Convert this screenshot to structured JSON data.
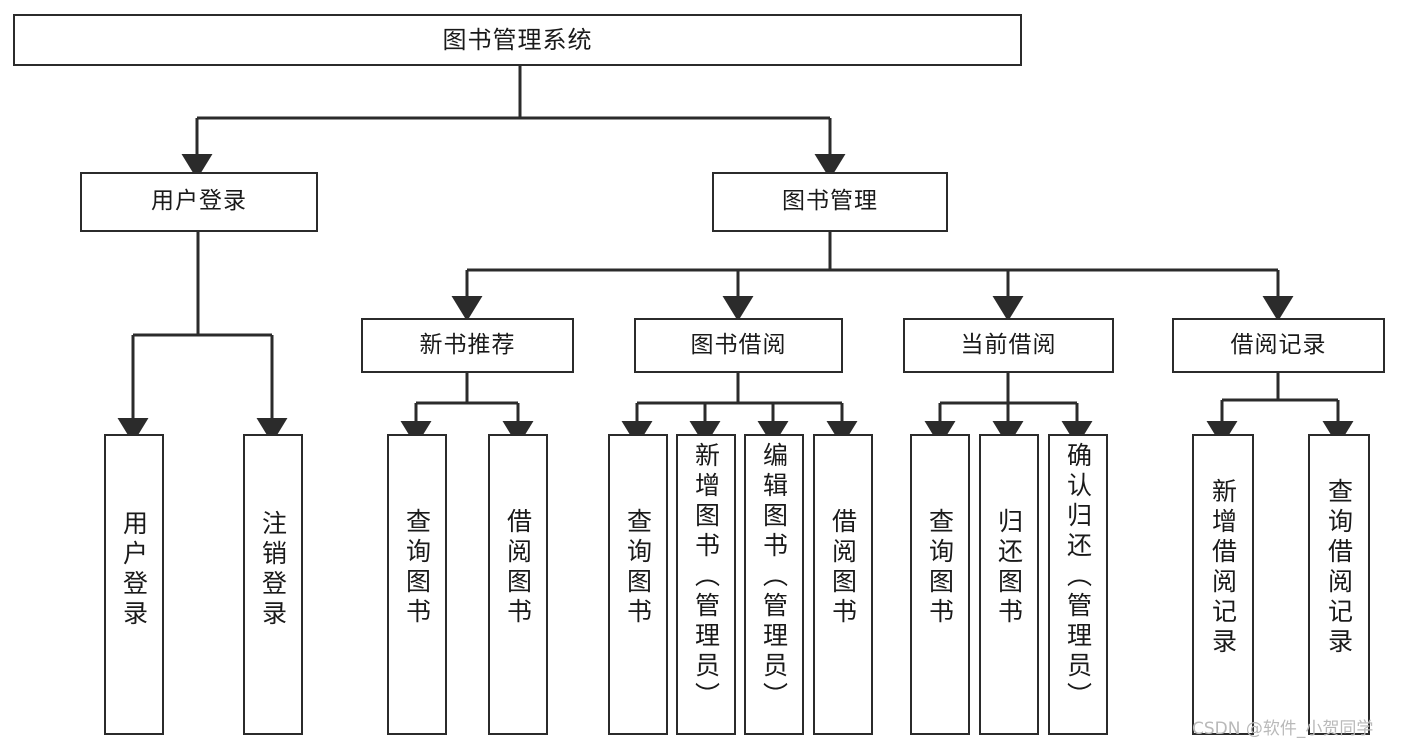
{
  "diagram": {
    "title": "图书管理系统",
    "type": "tree-hierarchy-chart",
    "stroke_color": "#2b2b2b",
    "fill_color": "#ffffff",
    "text_color": "#1a1a1a"
  },
  "nodes": {
    "root": {
      "label": "图书管理系统"
    },
    "level2": [
      {
        "label": "用户登录"
      },
      {
        "label": "图书管理"
      }
    ],
    "level3": [
      {
        "label": "新书推荐"
      },
      {
        "label": "图书借阅"
      },
      {
        "label": "当前借阅"
      },
      {
        "label": "借阅记录"
      }
    ],
    "leaves_login": [
      {
        "label": "用户登录"
      },
      {
        "label": "注销登录"
      }
    ],
    "leaves_newbook": [
      {
        "label": "查询图书"
      },
      {
        "label": "借阅图书"
      }
    ],
    "leaves_borrow": [
      {
        "label": "查询图书"
      },
      {
        "label": "新增图书（管理员）"
      },
      {
        "label": "编辑图书（管理员）"
      },
      {
        "label": "借阅图书"
      }
    ],
    "leaves_current": [
      {
        "label": "查询图书"
      },
      {
        "label": "归还图书"
      },
      {
        "label": "确认归还（管理员）"
      }
    ],
    "leaves_records": [
      {
        "label": "新增借阅记录"
      },
      {
        "label": "查询借阅记录"
      }
    ]
  },
  "watermark": {
    "text": "CSDN @软件_小贺同学"
  }
}
